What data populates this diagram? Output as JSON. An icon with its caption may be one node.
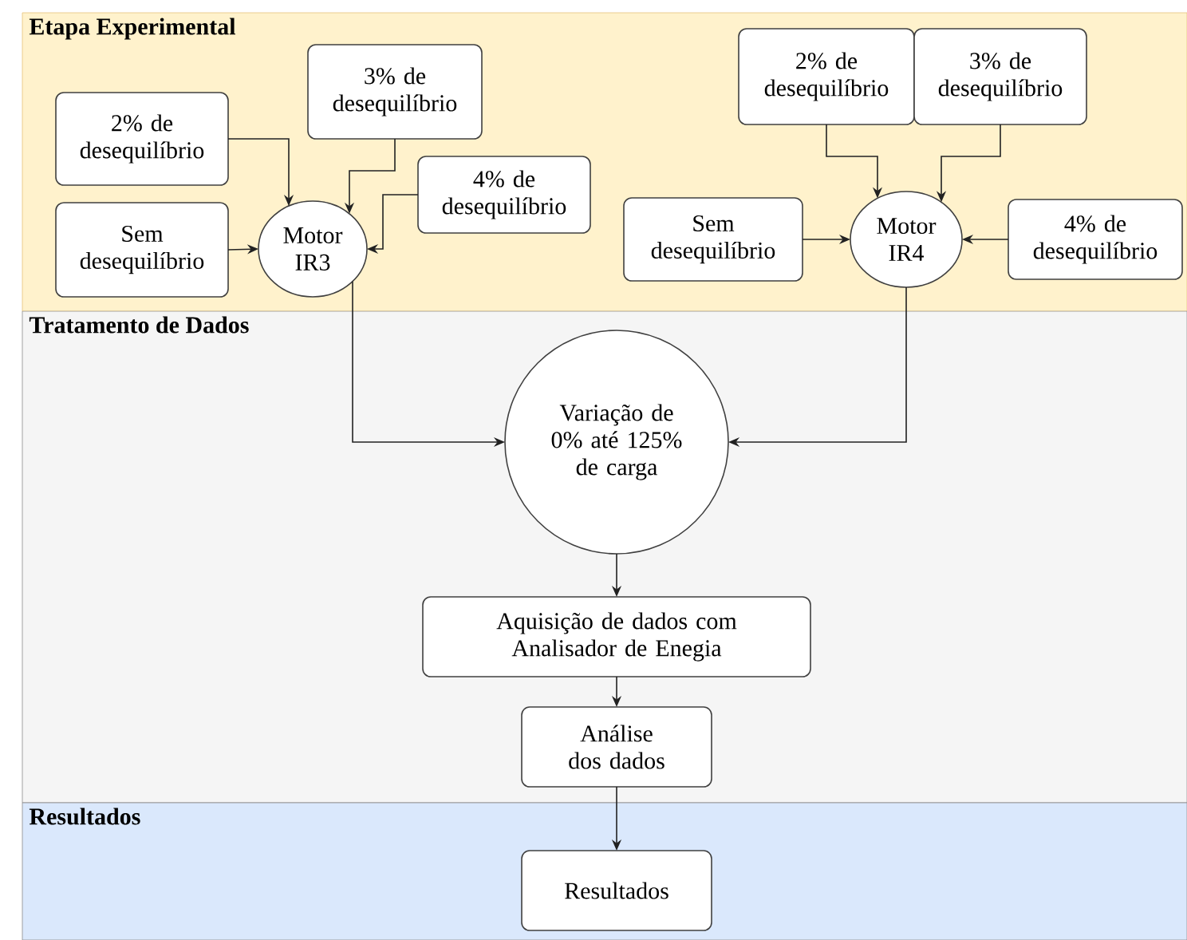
{
  "diagram": {
    "nodes": [
      {
        "text": [
          "Etapa Experimental"
        ]
      },
      {
        "text": [
          "Tratamento de Dados"
        ]
      },
      {
        "text": [
          "Resultados"
        ]
      },
      {
        "text": [
          "2% de desequilíbrio"
        ],
        "in": 0
      },
      {
        "text": [
          "3% de desequilíbrio"
        ],
        "in": 0
      },
      {
        "text": [
          "4% de desequilíbrio"
        ],
        "in": 0
      },
      {
        "text": [
          "Sem desequilíbrio"
        ],
        "in": 0
      },
      {
        "text": [
          "Motor IR3"
        ],
        "in": 0
      },
      {
        "text": [
          "2% de desequilíbrio"
        ],
        "in": 0
      },
      {
        "text": [
          "3% de desequilíbrio"
        ],
        "in": 0
      },
      {
        "text": [
          "Sem desequilíbrio"
        ],
        "in": 0
      },
      {
        "text": [
          "Motor IR4"
        ],
        "in": 0
      },
      {
        "text": [
          "4% de desequilíbrio"
        ],
        "in": 0
      },
      {
        "text": [
          "Variação de 0% até 125% de carga"
        ],
        "in": 1
      },
      {
        "text": [
          "Aquisição de dados com Analisador de Enegia"
        ],
        "in": 1
      },
      {
        "text": [
          "Análise dos dados"
        ],
        "in": 1
      },
      {
        "text": [
          "Resultados"
        ],
        "in": 2
      }
    ],
    "edges": [
      {
        "from": 3,
        "to": 7,
        "arrow": "to"
      },
      {
        "from": 4,
        "to": 7,
        "arrow": "to"
      },
      {
        "from": 5,
        "to": 7,
        "arrow": "to"
      },
      {
        "from": 6,
        "to": 7,
        "arrow": "to"
      },
      {
        "from": 8,
        "to": 11,
        "arrow": "to"
      },
      {
        "from": 9,
        "to": 11,
        "arrow": "to"
      },
      {
        "from": 10,
        "to": 11,
        "arrow": "to"
      },
      {
        "from": 12,
        "to": 11,
        "arrow": "to"
      },
      {
        "from": 7,
        "to": 13,
        "arrow": "to"
      },
      {
        "from": 11,
        "to": 13,
        "arrow": "to"
      },
      {
        "from": 13,
        "to": 14,
        "arrow": "to"
      },
      {
        "from": 14,
        "to": 15,
        "arrow": "to"
      },
      {
        "from": 15,
        "to": 16,
        "arrow": "to"
      }
    ]
  }
}
